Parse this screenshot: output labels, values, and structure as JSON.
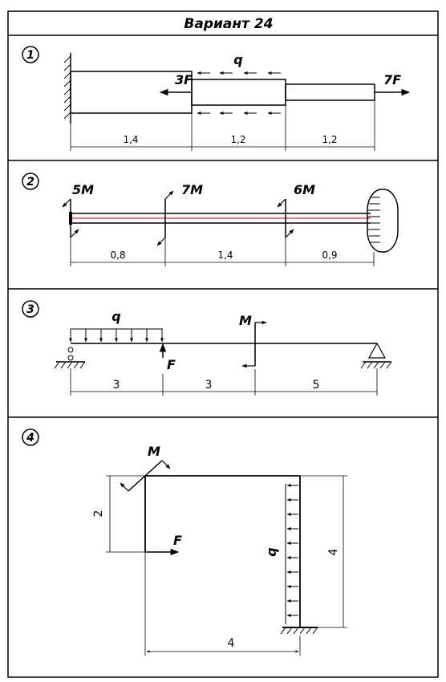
{
  "title": "Вариант 24",
  "problems": [
    {
      "number": "1",
      "labels": {
        "q": "q",
        "left_force": "3F",
        "right_force": "7F"
      },
      "dims": [
        "1,4",
        "1,2",
        "1,2"
      ]
    },
    {
      "number": "2",
      "labels": {
        "m1": "5M",
        "m2": "7M",
        "m3": "6M"
      },
      "dims": [
        "0,8",
        "1,4",
        "0,9"
      ]
    },
    {
      "number": "3",
      "labels": {
        "q": "q",
        "moment": "M",
        "force": "F"
      },
      "dims": [
        "3",
        "3",
        "5"
      ]
    },
    {
      "number": "4",
      "labels": {
        "moment": "M",
        "force": "F",
        "q": "q"
      },
      "dims": {
        "left_height": "2",
        "right_height": "4",
        "bottom_width": "4"
      }
    }
  ],
  "colors": {
    "line": "#000000",
    "axis_red": "#cc0000"
  }
}
